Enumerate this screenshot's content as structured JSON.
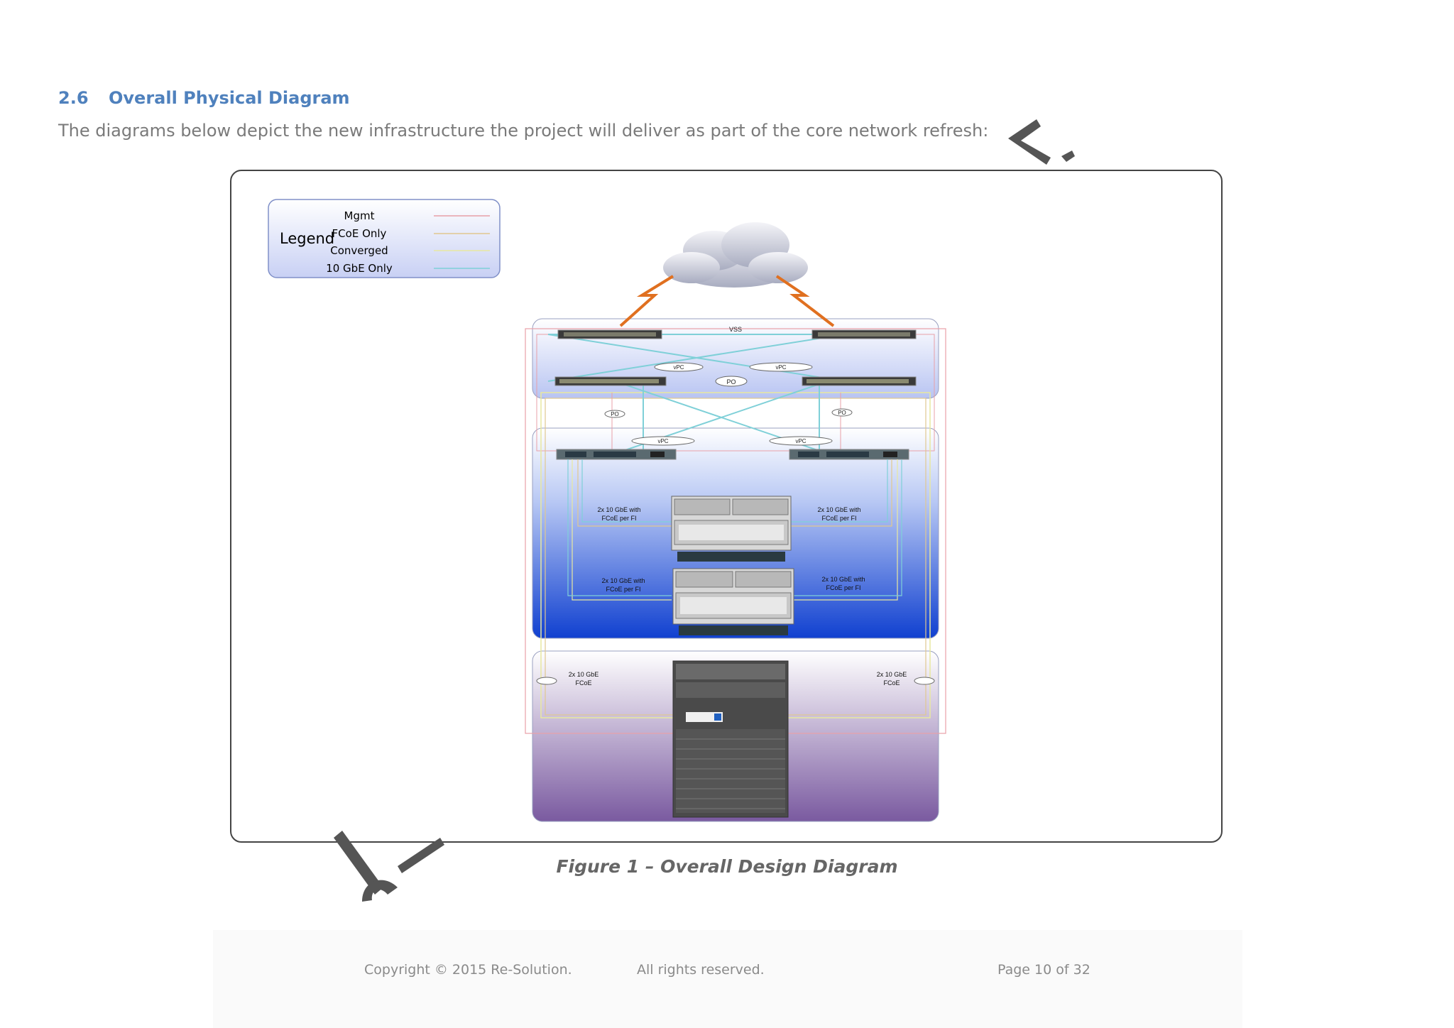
{
  "section": {
    "number": "2.6",
    "title": "Overall Physical Diagram"
  },
  "intro_text": "The diagrams below depict the new infrastructure the project will deliver as part of the core network refresh:",
  "legend": {
    "title": "Legend",
    "items": [
      {
        "label": "Mgmt",
        "color": "#e8a0a8"
      },
      {
        "label": "FCoE Only",
        "color": "#e0c890"
      },
      {
        "label": "Converged",
        "color": "#e8e8a0"
      },
      {
        "label": "10 GbE Only",
        "color": "#7fd0d8"
      }
    ]
  },
  "diagram_labels": {
    "vss": "VSS",
    "vpc": "vPC",
    "po": "PO",
    "fi_link": [
      "2x 10 GbE with",
      "FCoE per FI"
    ],
    "storage_link": [
      "2x 10 GbE",
      "FCoE"
    ]
  },
  "caption": "Figure 1 – Overall Design Diagram",
  "footer": {
    "copyright": "Copyright © 2015 Re-Solution.",
    "rights": "All rights reserved.",
    "page": "Page 10 of 32"
  },
  "colors": {
    "heading": "#4f81bd",
    "uplink": "#e07020",
    "zone_blue": "#1040d0",
    "zone_purple": "#7a5aa0"
  }
}
